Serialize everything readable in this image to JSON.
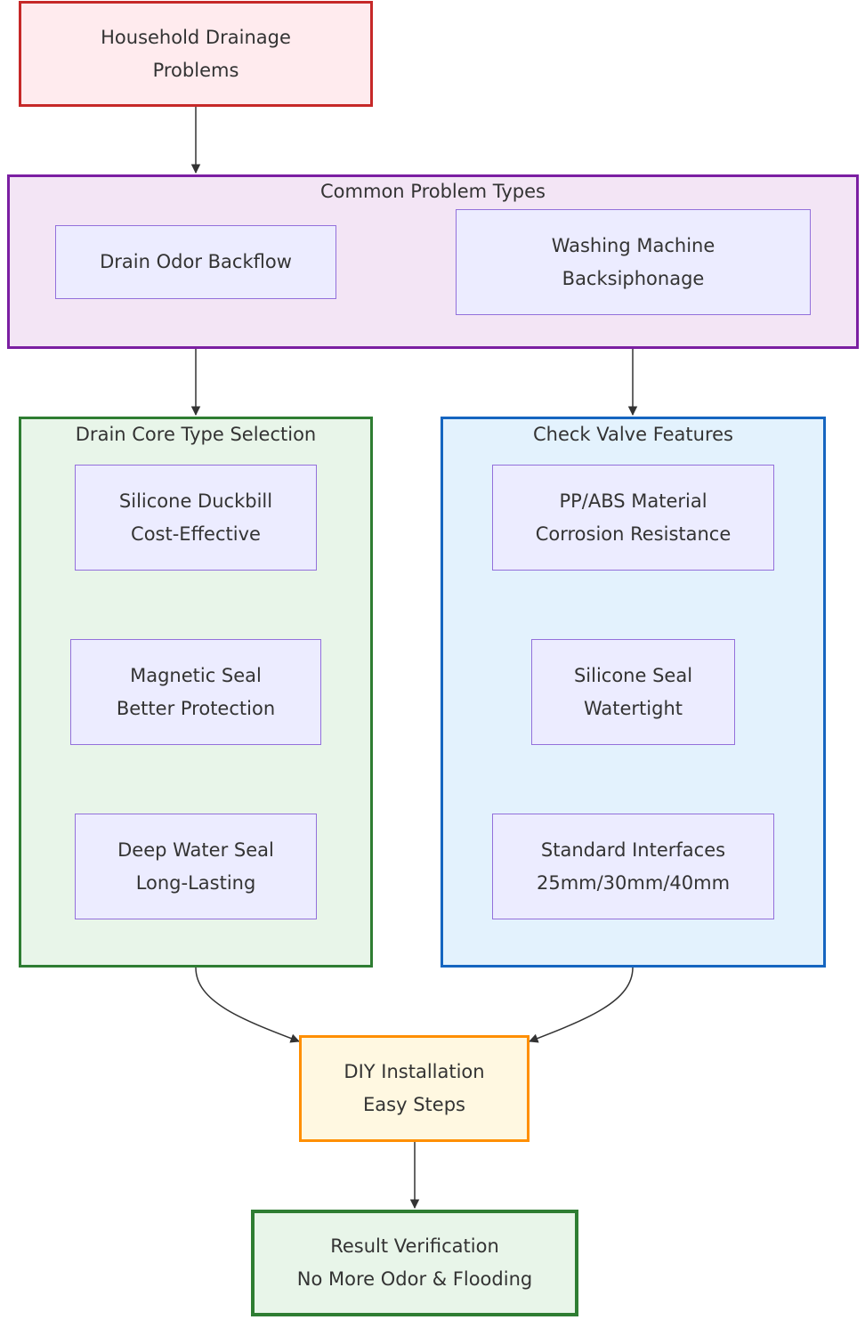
{
  "nodes": {
    "start": {
      "line1": "Household Drainage",
      "line2": "Problems"
    },
    "odor": {
      "line1": "Drain Odor Backflow"
    },
    "washing": {
      "line1": "Washing Machine",
      "line2": "Backsiphonage"
    },
    "duckbill": {
      "line1": "Silicone Duckbill",
      "line2": "Cost-Effective"
    },
    "magnetic": {
      "line1": "Magnetic Seal",
      "line2": "Better Protection"
    },
    "deep": {
      "line1": "Deep Water Seal",
      "line2": "Long-Lasting"
    },
    "ppabs": {
      "line1": "PP/ABS Material",
      "line2": "Corrosion Resistance"
    },
    "silicone_seal": {
      "line1": "Silicone Seal",
      "line2": "Watertight"
    },
    "interfaces": {
      "line1": "Standard Interfaces",
      "line2": "25mm/30mm/40mm"
    },
    "diy": {
      "line1": "DIY Installation",
      "line2": "Easy Steps"
    },
    "result": {
      "line1": "Result Verification",
      "line2": "No More Odor & Flooding"
    }
  },
  "clusters": {
    "problems": {
      "title": "Common Problem Types"
    },
    "drain_core": {
      "title": "Drain Core Type Selection"
    },
    "check_valve": {
      "title": "Check Valve Features"
    }
  },
  "colors": {
    "start_fill": "#FFEBEE",
    "start_stroke": "#C62828",
    "problems_fill": "#F3E5F5",
    "problems_stroke": "#7B1FA2",
    "drain_fill": "#E8F5E9",
    "drain_stroke": "#2E7D32",
    "valve_fill": "#E3F2FD",
    "valve_stroke": "#1565C0",
    "diy_fill": "#FFF8E1",
    "diy_stroke": "#FF8F00",
    "result_fill": "#E8F5E9",
    "result_stroke": "#2E7D32",
    "node_fill": "#ECECFF",
    "node_stroke": "#9370DB",
    "edge": "#333333"
  }
}
